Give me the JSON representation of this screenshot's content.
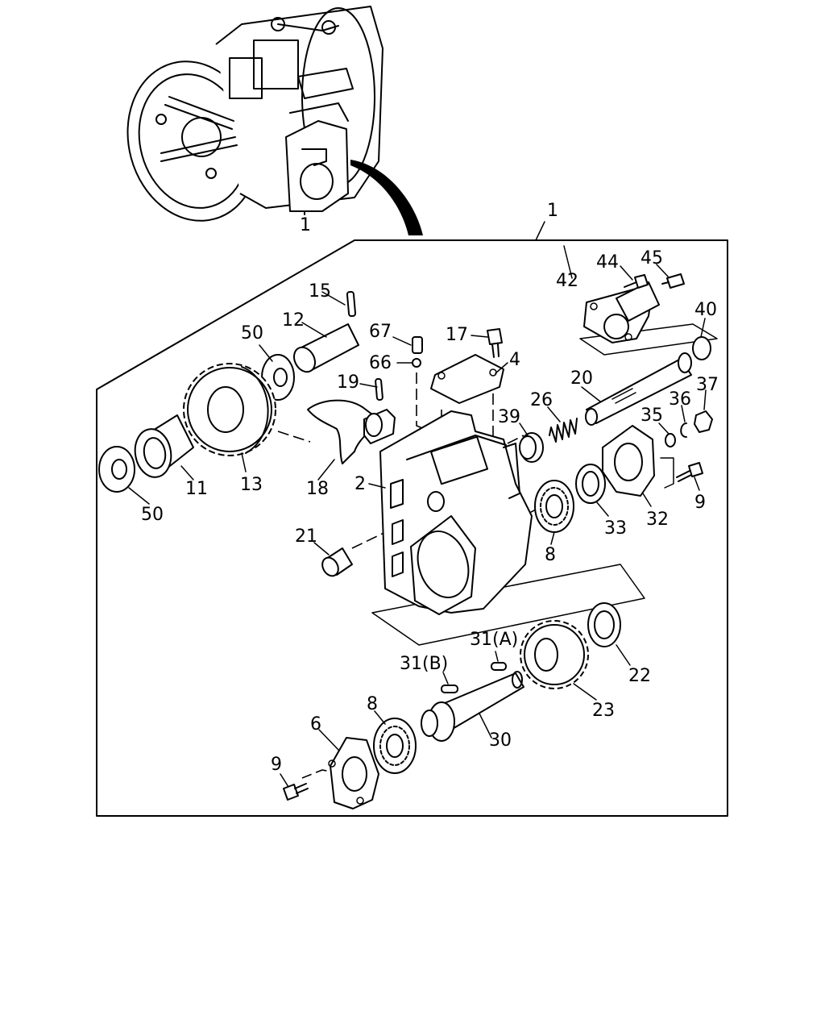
{
  "labels": {
    "l1a": "1",
    "l1b": "1",
    "l2": "2",
    "l4": "4",
    "l6": "6",
    "l8a": "8",
    "l8b": "8",
    "l9a": "9",
    "l9b": "9",
    "l11": "11",
    "l12": "12",
    "l13": "13",
    "l15": "15",
    "l17": "17",
    "l18": "18",
    "l19": "19",
    "l20": "20",
    "l21": "21",
    "l22": "22",
    "l23": "23",
    "l26": "26",
    "l30": "30",
    "l31a": "31(A)",
    "l31b": "31(B)",
    "l32": "32",
    "l33": "33",
    "l35": "35",
    "l36": "36",
    "l37": "37",
    "l39": "39",
    "l40": "40",
    "l42": "42",
    "l44": "44",
    "l45": "45",
    "l50a": "50",
    "l50b": "50",
    "l66": "66",
    "l67": "67"
  }
}
